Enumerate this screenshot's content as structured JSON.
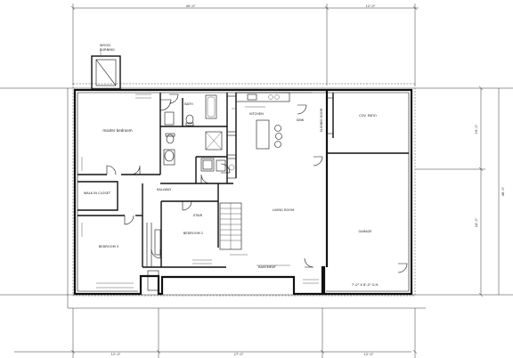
{
  "labels": {
    "owners_bedroom": "master bedroom",
    "bath": "BATH",
    "kitchen": "KITCHEN",
    "sink": "SINK",
    "sliding_door": "SLIDING DOOR",
    "covered_patio": "COV. PATIO",
    "walk_in_closet": "WALK IN CLOSET",
    "hallway": "HALLWAY",
    "living_room": "LIVING ROOM",
    "stair": "STAIR",
    "bedroom_2": "BEDROOM 2",
    "bedroom_3": "BEDROOM 3",
    "garage": "GARAGE",
    "basement_note": "BASEMENT"
  },
  "dimensions": {
    "top_left": "40'-0\"",
    "top_right": "12'-0\"",
    "bottom_left": "12'-0\"",
    "bottom_mid": "27'-0\"",
    "bottom_right": "12'-0\"",
    "right_upper": "16'-0\"",
    "right_lower": "24'-0\"",
    "right_total": "48'-0\"",
    "garage_inner": "7'-0\" X 8'-0\" O.H."
  }
}
